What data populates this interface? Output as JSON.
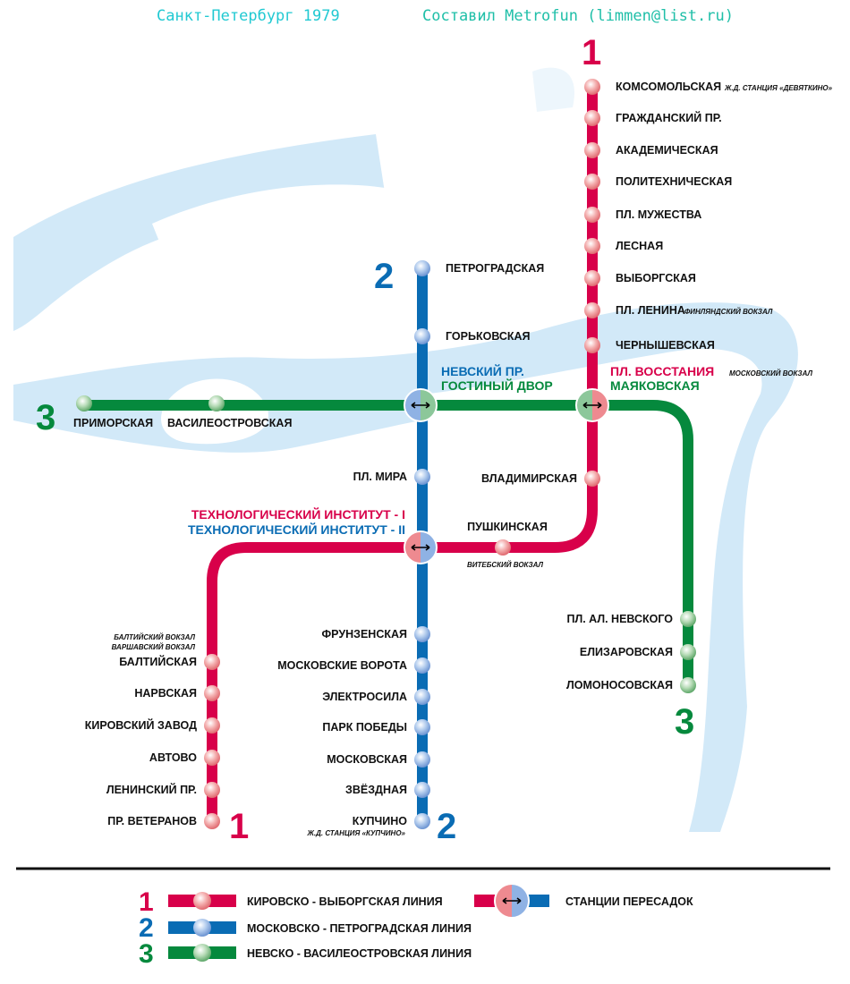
{
  "header": {
    "city_year": "Санкт-Петербург 1979",
    "author": "Составил Metrofun (limmen@list.ru)"
  },
  "colors": {
    "line1": "#d8004a",
    "line2": "#0a6cb4",
    "line3": "#05893d",
    "water": "#d2e9f8"
  },
  "lines": {
    "l1": {
      "number": "1",
      "name": "КИРОВСКО - ВЫБОРГСКАЯ ЛИНИЯ",
      "stations": [
        "КОМСОМОЛЬСКАЯ",
        "ГРАЖДАНСКИЙ ПР.",
        "АКАДЕМИЧЕСКАЯ",
        "ПОЛИТЕХНИЧЕСКАЯ",
        "ПЛ. МУЖЕСТВА",
        "ЛЕСНАЯ",
        "ВЫБОРГСКАЯ",
        "ПЛ. ЛЕНИНА",
        "ЧЕРНЫШЕВСКАЯ",
        "ПЛ. ВОССТАНИЯ",
        "ВЛАДИМИРСКАЯ",
        "ПУШКИНСКАЯ",
        "ТЕХНОЛОГИЧЕСКИЙ ИНСТИТУТ - I",
        "БАЛТИЙСКАЯ",
        "НАРВСКАЯ",
        "КИРОВСКИЙ ЗАВОД",
        "АВТОВО",
        "ЛЕНИНСКИЙ ПР.",
        "ПР. ВЕТЕРАНОВ"
      ]
    },
    "l2": {
      "number": "2",
      "name": "МОСКОВСКО - ПЕТРОГРАДСКАЯ ЛИНИЯ",
      "stations": [
        "ПЕТРОГРАДСКАЯ",
        "ГОРЬКОВСКАЯ",
        "НЕВСКИЙ ПР.",
        "ПЛ. МИРА",
        "ТЕХНОЛОГИЧЕСКИЙ ИНСТИТУТ - II",
        "ФРУНЗЕНСКАЯ",
        "МОСКОВСКИЕ ВОРОТА",
        "ЭЛЕКТРОСИЛА",
        "ПАРК ПОБЕДЫ",
        "МОСКОВСКАЯ",
        "ЗВЁЗДНАЯ",
        "КУПЧИНО"
      ]
    },
    "l3": {
      "number": "3",
      "name": "НЕВСКО - ВАСИЛЕОСТРОВСКАЯ ЛИНИЯ",
      "stations": [
        "ПРИМОРСКАЯ",
        "ВАСИЛЕОСТРОВСКАЯ",
        "ГОСТИНЫЙ ДВОР",
        "МАЯКОВСКАЯ",
        "ПЛ. АЛ. НЕВСКОГО",
        "ЕЛИЗАРОВСКАЯ",
        "ЛОМОНОСОВСКАЯ"
      ]
    }
  },
  "notes": {
    "devyatkino": "Ж.Д. СТАНЦИЯ «ДЕВЯТКИНО»",
    "finland": "ФИНЛЯНДСКИЙ ВОКЗАЛ",
    "moscow": "МОСКОВСКИЙ ВОКЗАЛ",
    "vitebsk": "ВИТЕБСКИЙ ВОКЗАЛ",
    "baltic": "БАЛТИЙСКИЙ ВОКЗАЛ",
    "warsaw": "ВАРШАВСКИЙ ВОКЗАЛ",
    "kupchino": "Ж.Д. СТАНЦИЯ «КУПЧИНО»"
  },
  "legend": {
    "transfer": "СТАНЦИИ ПЕРЕСАДОК"
  }
}
